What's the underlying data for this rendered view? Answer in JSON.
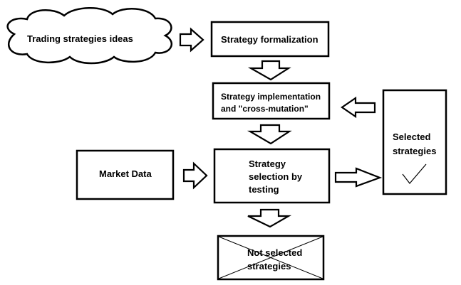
{
  "nodes": {
    "ideas": "Trading strategies ideas",
    "formalization": "Strategy formalization",
    "implementation_line1": "Strategy implementation",
    "implementation_line2": "and \"cross-mutation\"",
    "market_data": "Market Data",
    "selection_line1": "Strategy",
    "selection_line2": "selection by",
    "selection_line3": "testing",
    "selected_line1": "Selected",
    "selected_line2": "strategies",
    "not_selected_line1": "Not selected",
    "not_selected_line2": "strategies"
  },
  "icons": {
    "selected_mark": "checkmark-icon",
    "not_selected_mark": "cross-out-icon"
  }
}
